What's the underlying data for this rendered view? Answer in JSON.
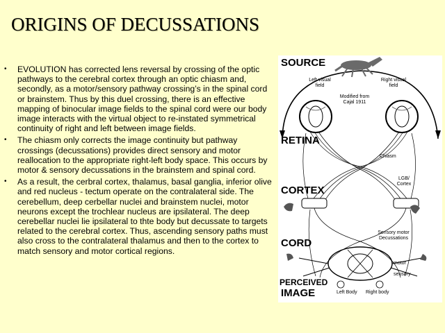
{
  "title": "ORIGINS OF DECUSSATIONS",
  "bullets": [
    {
      "mark": "•",
      "text": "EVOLUTION has corrected lens reversal by crossing of the optic pathways to the cerebral cortex through an optic chiasm and, secondly, as a motor/sensory pathway crossing’s in the spinal cord or brainstem. Thus by this duel crossing, there is an effective mapping of binocular image fields to the spinal cord were our body image interacts with the virtual object to re-instated symmetrical continuity of right and left between image fields."
    },
    {
      "mark": "•",
      "text": "The chiasm only corrects the image continuity but pathway crossings (decussations) provides direct sensory and motor reallocation to the appropriate right-left body space.  This occurs by motor & sensory decussations in the brainstem and spinal cord."
    },
    {
      "mark": "•",
      "text": "As a result,  the cerbral cortex, thalamus, basal ganglia, inferior olive and red nucleus - tectum operate on the contralateral side.  The cerebellum, deep cerbellar nuclei and brainstem nuclei, motor neurons except the trochlear nucleus are ipsilateral. The deep cerebellar nuclei lie ipsilateral to thte body but decussate to targets related to the cerebral cortex.  Thus, ascending sensory paths must also cross to the contralateral thalamus and then to the cortex to match sensory and motor  cortical regions."
    }
  ],
  "figure": {
    "source": "SOURCE",
    "left_visual_field": "Left visual field",
    "right_visual_field": "Right visual field",
    "credit": "Modified from Cajal 1911",
    "retina": "RETINA",
    "chiasm": "Chiasm",
    "cortex": "CORTEX",
    "lgb": "LGB/ Cortex",
    "cord": "CORD",
    "sensory_motor": "Sensory motor Decussations",
    "motor": "motor",
    "sensory": "sensory",
    "perceived": "PERCEIVED",
    "image": "IMAGE",
    "left_body": "Left Body",
    "right_body": "Right body"
  }
}
